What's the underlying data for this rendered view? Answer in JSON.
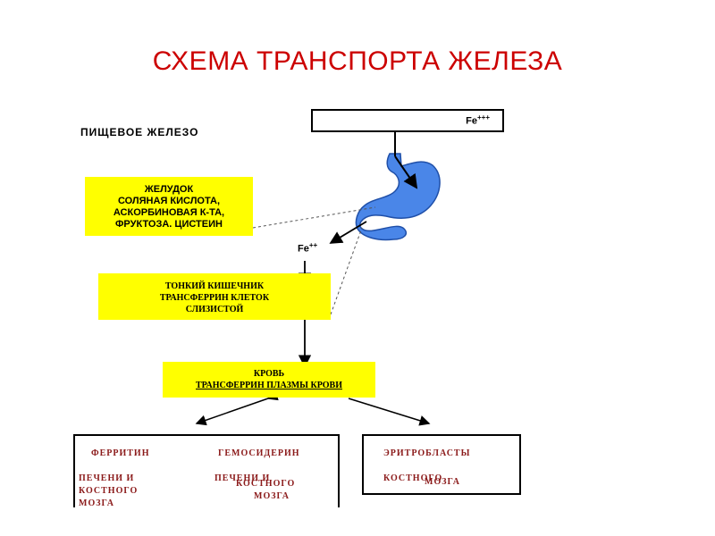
{
  "title": "СХЕМА ТРАНСПОРТА ЖЕЛЕЗА",
  "food_iron": "ПИЩЕВОЕ ЖЕЛЕЗО",
  "fe3": {
    "base": "Fe",
    "charge": "+++"
  },
  "fe2": {
    "base": "Fe",
    "charge": "++"
  },
  "stomach": {
    "lines": [
      "ЖЕЛУДОК",
      "СОЛЯНАЯ КИСЛОТА,",
      "АСКОРБИНОВАЯ К-ТА,",
      "ФРУКТОЗА. ЦИСТЕИН"
    ]
  },
  "intestine": {
    "lines": [
      "ТОНКИЙ КИШЕЧНИК",
      "ТРАНСФЕРРИН КЛЕТОК",
      "СЛИЗИСТОЙ"
    ]
  },
  "blood": {
    "lines": [
      "КРОВЬ",
      "ТРАНСФЕРРИН  ПЛАЗМЫ КРОВИ"
    ]
  },
  "ferritin": {
    "head": "ФЕРРИТИН",
    "sub1": "ПЕЧЕНИ И",
    "sub2": "КОСТНОГО",
    "sub3": "МОЗГА"
  },
  "hemosiderin": {
    "head": "ГЕМОСИДЕРИН",
    "sub1": "ПЕЧЕНИ И",
    "sub2": "КОСТНОГО",
    "sub3": "МОЗГА"
  },
  "erythroblasts": {
    "head": "ЭРИТРОБЛАСТЫ",
    "sub1": "КОСТНОГО",
    "sub2": "МОЗГА"
  },
  "colors": {
    "title": "#cc0000",
    "box_fill": "#ffff00",
    "stomach": "#4a86e8",
    "output_text": "#8b1a1a"
  }
}
